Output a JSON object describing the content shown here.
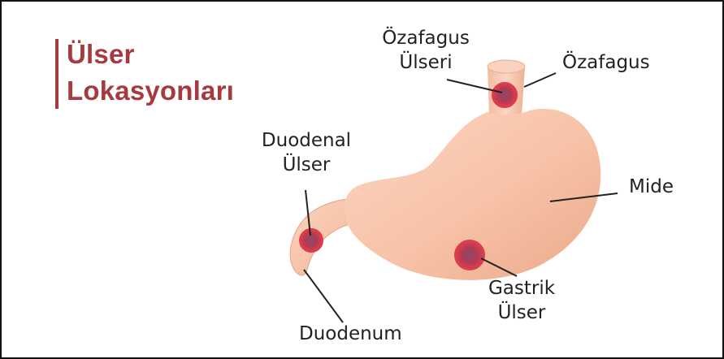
{
  "title": {
    "line1": "Ülser",
    "line2": "Lokasyonları"
  },
  "labels": {
    "ozafagus_ulseri_line1": "Özafagus",
    "ozafagus_ulseri_line2": "Ülseri",
    "ozafagus": "Özafagus",
    "duodenal_ulser_line1": "Duodenal",
    "duodenal_ulser_line2": "Ülser",
    "mide": "Mide",
    "gastrik_ulser_line1": "Gastrik",
    "gastrik_ulser_line2": "Ülser",
    "duodenum": "Duodenum"
  },
  "colors": {
    "title": "#a63a3f",
    "stomach": "#f7c2a7",
    "ulcer": "#c0364a"
  }
}
